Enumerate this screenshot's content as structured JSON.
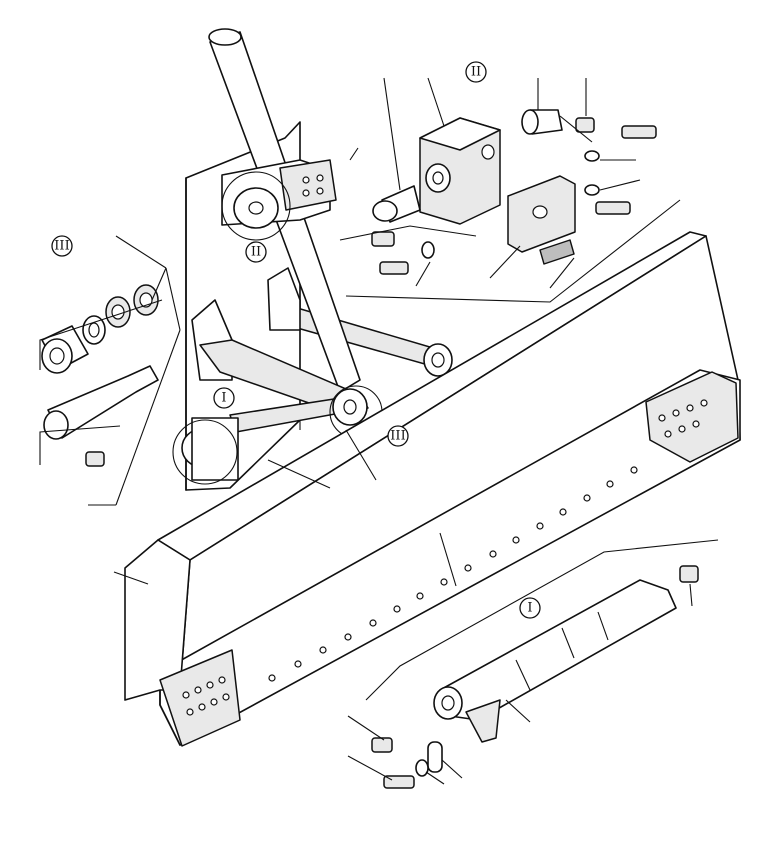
{
  "callouts": {
    "detail_I": "I",
    "detail_II": "II",
    "detail_III": "III"
  }
}
